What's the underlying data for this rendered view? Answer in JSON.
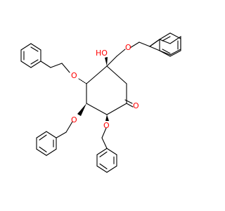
{
  "molecule": {
    "atom_labels": {
      "hydroxyl": "HO",
      "ketone_oxygen": "O",
      "ether_oxygen_top": "O",
      "ether_oxygen_c4": "O",
      "ether_oxygen_c3": "O",
      "ether_oxygen_c2": "O"
    },
    "colors": {
      "oxygen": "#ff0000",
      "bond": "#000000",
      "background": "#ffffff"
    }
  }
}
